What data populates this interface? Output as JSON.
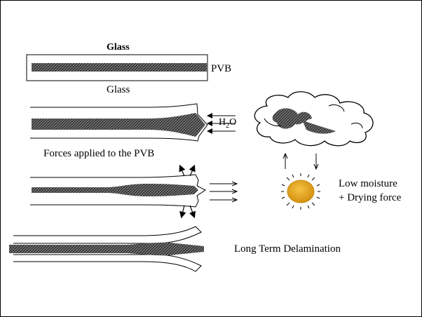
{
  "labels": {
    "glass_top": "Glass",
    "pvb": "PVB",
    "glass_bottom": "Glass",
    "h2o_main": "H",
    "h2o_sub": "2",
    "h2o_tail": "O",
    "forces": "Forces applied to the PVB",
    "low_moisture": "Low moisture",
    "drying_force": "+ Drying force",
    "delamination": "Long Term Delamination"
  },
  "colors": {
    "pvb_fill": "#3a3a3a",
    "sun_fill": "#e8a317",
    "sun_edge": "#c98a10",
    "outline": "#000000"
  },
  "icons": {
    "cloud": "cloud-icon",
    "sun": "sun-icon"
  }
}
